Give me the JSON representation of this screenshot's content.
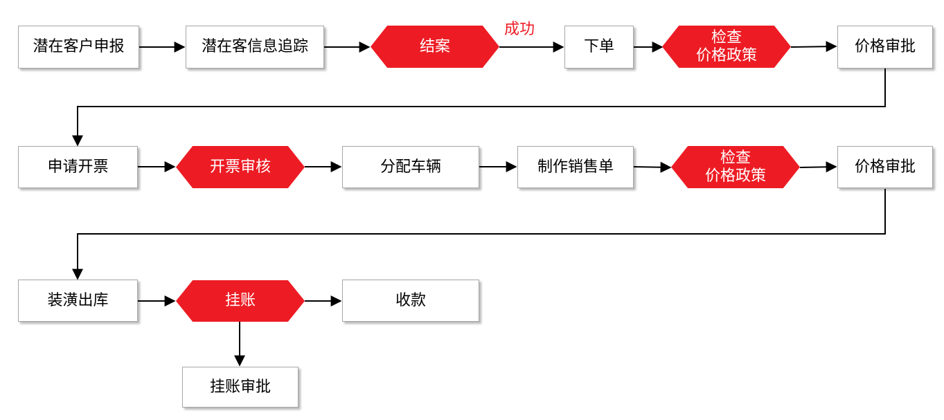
{
  "colors": {
    "decision_fill": "#ed1c24",
    "box_border": "#a6a6a6",
    "connector": "#000000",
    "label_accent": "#ed1c24"
  },
  "nodes": {
    "potential_customer_report": "潜在客户申报",
    "potential_customer_tracking": "潜在客信息追踪",
    "case_close": "结案",
    "place_order": "下单",
    "check_price_policy_1": "检查\n价格政策",
    "price_approval_1": "价格审批",
    "apply_invoice": "申请开票",
    "invoice_review": "开票审核",
    "allocate_vehicle": "分配车辆",
    "make_sales_order": "制作销售单",
    "check_price_policy_2": "检查\n价格政策",
    "price_approval_2": "价格审批",
    "loading_outbound": "装潢出库",
    "on_account": "挂账",
    "collection": "收款",
    "on_account_approval": "挂账审批"
  },
  "edge_labels": {
    "success": "成功"
  }
}
